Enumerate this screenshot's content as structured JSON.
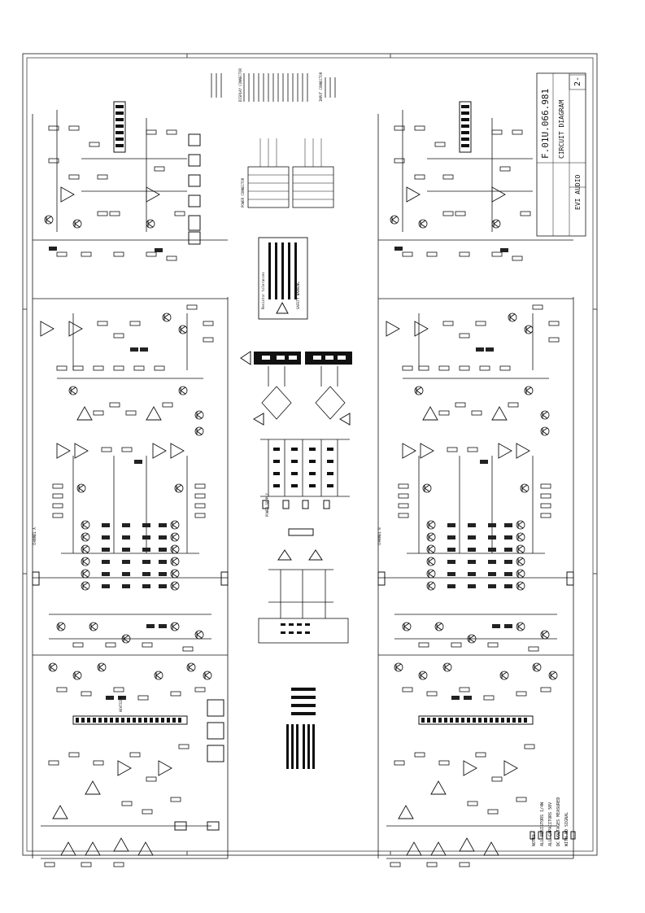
{
  "title_block": {
    "drawing_number": "F.01U.066.981",
    "doc_type": "CIRCUIT DIAGRAM",
    "brand": "EVI AUDIO",
    "sheet": "2-"
  },
  "headers": {
    "power_connector": "POWER CONNECTOR",
    "display_connector": "DISPLAY CONNECTOR",
    "input_connector": "INPUT CONNECTOR",
    "heatsink": "HEATSINK"
  },
  "legend": {
    "title": "Resistor tolerances",
    "safety_note": "SAFETY WARNING"
  },
  "sections": {
    "channel_a": "CHANNEL A",
    "channel_b": "CHANNEL B",
    "power_supply": "POWER SUPPLY"
  },
  "notes": [
    "NOTES:",
    "ALL RESISTORS 1/4W",
    "ALL CAPACITORS 50V",
    "DC VOLTAGES MEASURED",
    "WITH NO SIGNAL"
  ]
}
